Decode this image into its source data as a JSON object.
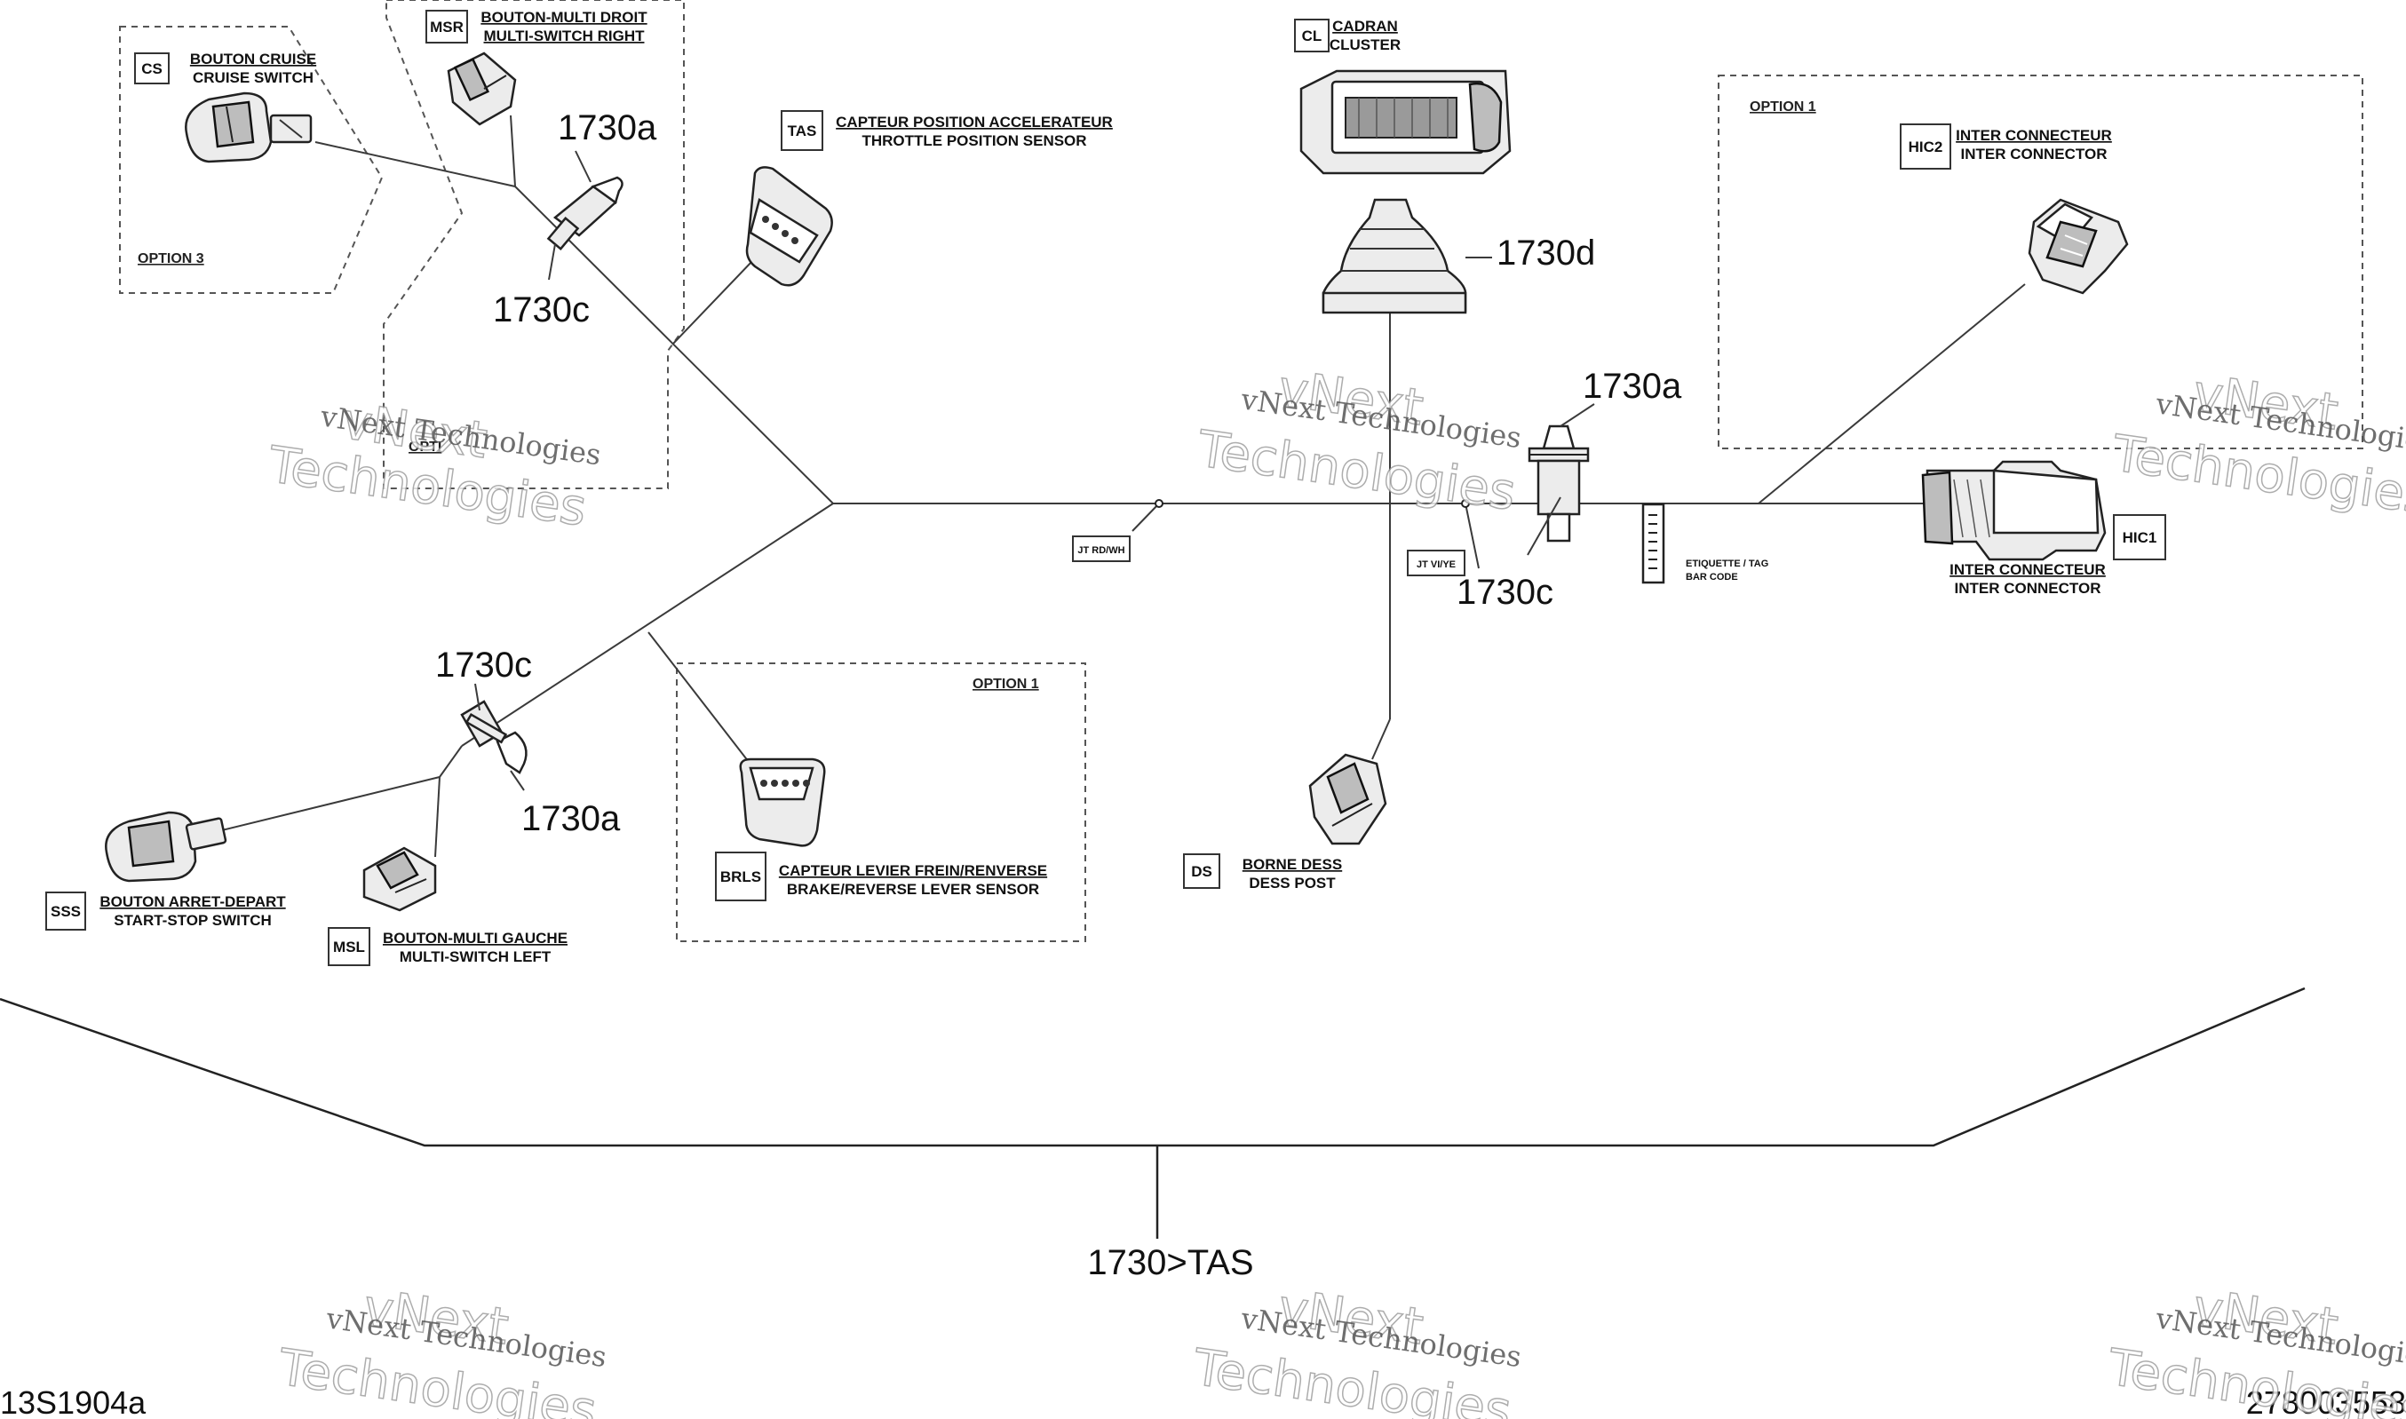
{
  "components": {
    "cs": {
      "code": "CS",
      "fr": "BOUTON CRUISE",
      "en": "CRUISE SWITCH"
    },
    "msr": {
      "code": "MSR",
      "fr": "BOUTON-MULTI DROIT",
      "en": "MULTI-SWITCH RIGHT"
    },
    "tas": {
      "code": "TAS",
      "fr": "CAPTEUR POSITION ACCELERATEUR",
      "en": "THROTTLE POSITION SENSOR"
    },
    "cl": {
      "code": "CL",
      "fr": "CADRAN",
      "en": "CLUSTER"
    },
    "hic2": {
      "code": "HIC2",
      "fr": "INTER CONNECTEUR",
      "en": "INTER CONNECTOR"
    },
    "hic1": {
      "code": "HIC1",
      "fr": "INTER CONNECTEUR",
      "en": "INTER CONNECTOR"
    },
    "sss": {
      "code": "SSS",
      "fr": "BOUTON ARRET-DEPART",
      "en": "START-STOP SWITCH"
    },
    "msl": {
      "code": "MSL",
      "fr": "BOUTON-MULTI GAUCHE",
      "en": "MULTI-SWITCH LEFT"
    },
    "brls": {
      "code": "BRLS",
      "fr": "CAPTEUR LEVIER FREIN/RENVERSE",
      "en": "BRAKE/REVERSE LEVER SENSOR"
    },
    "ds": {
      "code": "DS",
      "fr": "BORNE DESS",
      "en": "DESS POST"
    }
  },
  "options": {
    "cs": "OPTION 3",
    "msr": "OPTI",
    "hic2": "OPTION 1",
    "brls": "OPTION 1"
  },
  "refs": {
    "a_top": "1730a",
    "c_top": "1730c",
    "d": "1730d",
    "a_right": "1730a",
    "c_right": "1730c",
    "c_left": "1730c",
    "a_left": "1730a",
    "harness": "1730>TAS"
  },
  "junctions": {
    "jt_rd": "JT RD/WH",
    "jt_vi": "JT VI/YE"
  },
  "tag": {
    "line1": "ETIQUETTE / TAG",
    "line2": "BAR CODE"
  },
  "corners": {
    "left": "13S1904a",
    "right": "278003558"
  },
  "watermark": {
    "line1": "vNext Technologies",
    "line2": "vNext",
    "line3": "Technologies"
  }
}
